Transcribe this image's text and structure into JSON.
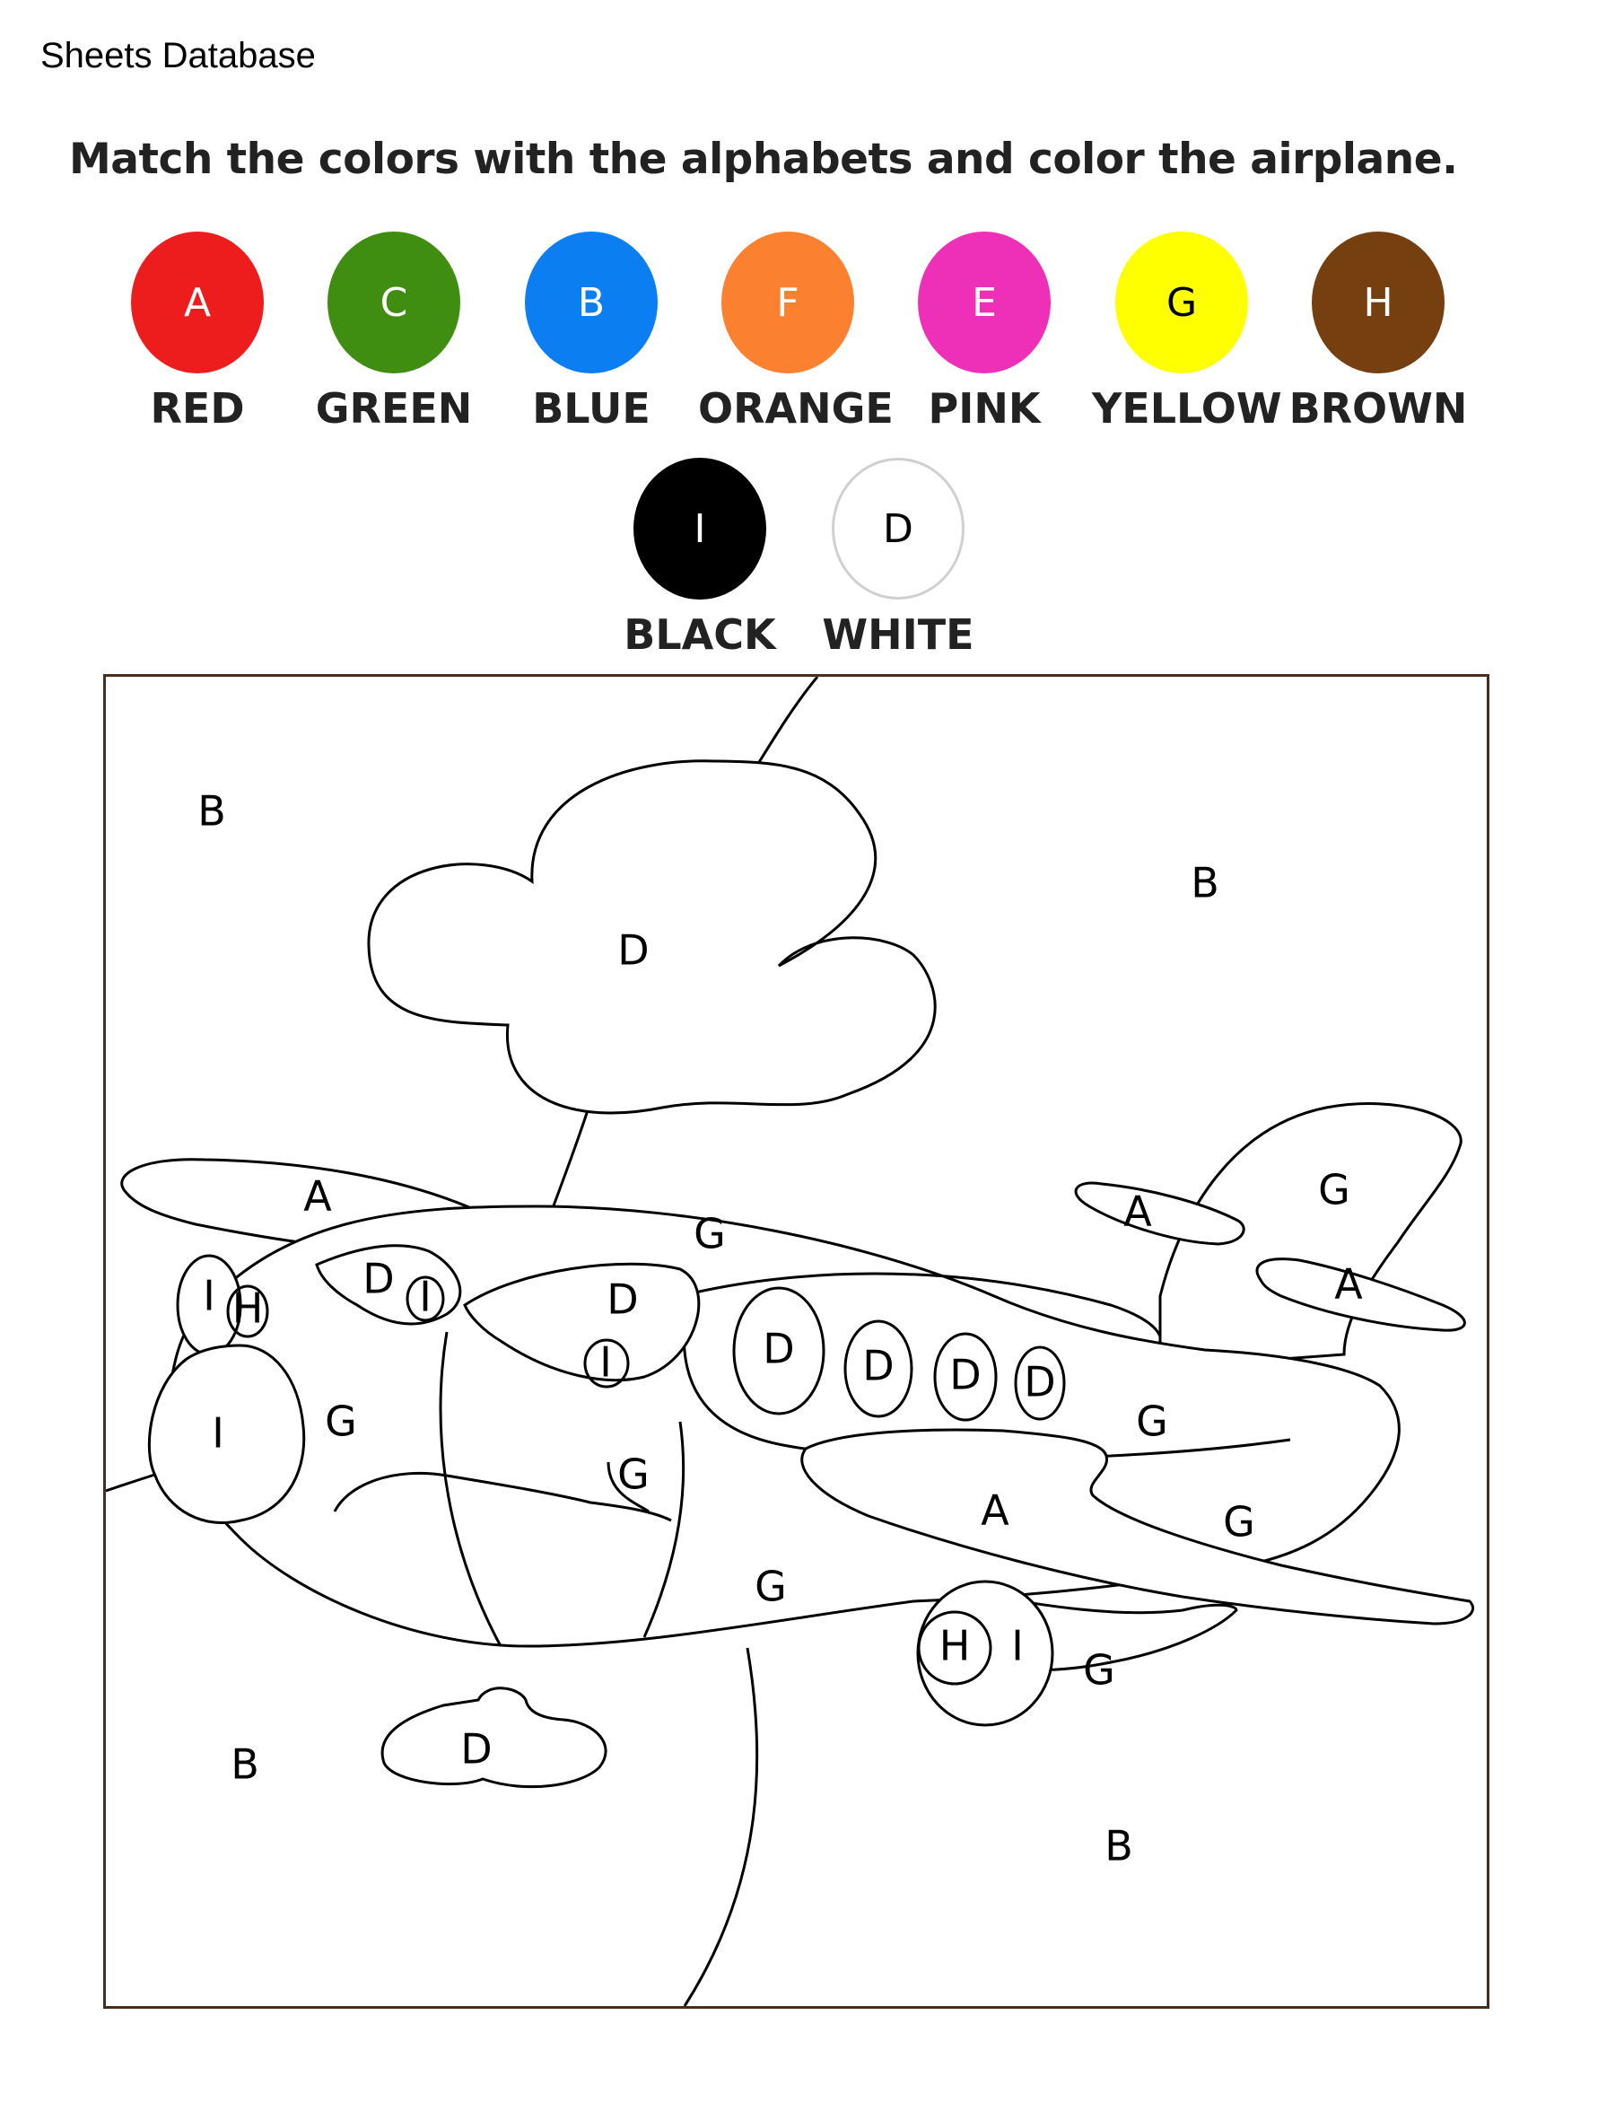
{
  "header": {
    "brand": "Sheets Database",
    "instructions": "Match the colors with the alphabets and color the airplane."
  },
  "color_key": [
    {
      "letter": "A",
      "name": "RED",
      "color": "#ee1d1d",
      "text_color": "#ffffff"
    },
    {
      "letter": "C",
      "name": "GREEN",
      "color": "#3f8e12",
      "text_color": "#ffffff"
    },
    {
      "letter": "B",
      "name": "BLUE",
      "color": "#0b7ef2",
      "text_color": "#ffffff"
    },
    {
      "letter": "F",
      "name": "ORANGE",
      "color": "#fb8131",
      "text_color": "#ffffff"
    },
    {
      "letter": "E",
      "name": "PINK",
      "color": "#ee30b8",
      "text_color": "#ffffff"
    },
    {
      "letter": "G",
      "name": "YELLOW",
      "color": "#ffff00",
      "text_color": "#000000"
    },
    {
      "letter": "H",
      "name": "BROWN",
      "color": "#763f0f",
      "text_color": "#ffffff"
    },
    {
      "letter": "I",
      "name": "BLACK",
      "color": "#000000",
      "text_color": "#ffffff"
    },
    {
      "letter": "D",
      "name": "WHITE",
      "color": "#ffffff",
      "text_color": "#000000"
    }
  ],
  "region_labels": {
    "sky_top_left": "B",
    "sky_top_right": "B",
    "sky_bottom_left": "B",
    "sky_bottom_right": "B",
    "big_cloud": "D",
    "small_cloud": "D",
    "top_wing": "A",
    "rear_wing_upper": "A",
    "rear_wing_lower": "A",
    "main_wing": "A",
    "tail_fin": "G",
    "body_top": "G",
    "body_rear": "G",
    "nose": "G",
    "body_middle": "G",
    "body_lower": "G",
    "tail_right": "G",
    "engine_body": "G",
    "nose_tip": "I",
    "prop_left": "I",
    "prop_hub": "H",
    "cockpit_left": "D",
    "cockpit_left_spot": "I",
    "cockpit_right": "D",
    "cockpit_right_spot": "I",
    "window_1": "D",
    "window_2": "D",
    "window_3": "D",
    "window_4": "D",
    "engine_hub": "H",
    "engine_ring": "I"
  }
}
